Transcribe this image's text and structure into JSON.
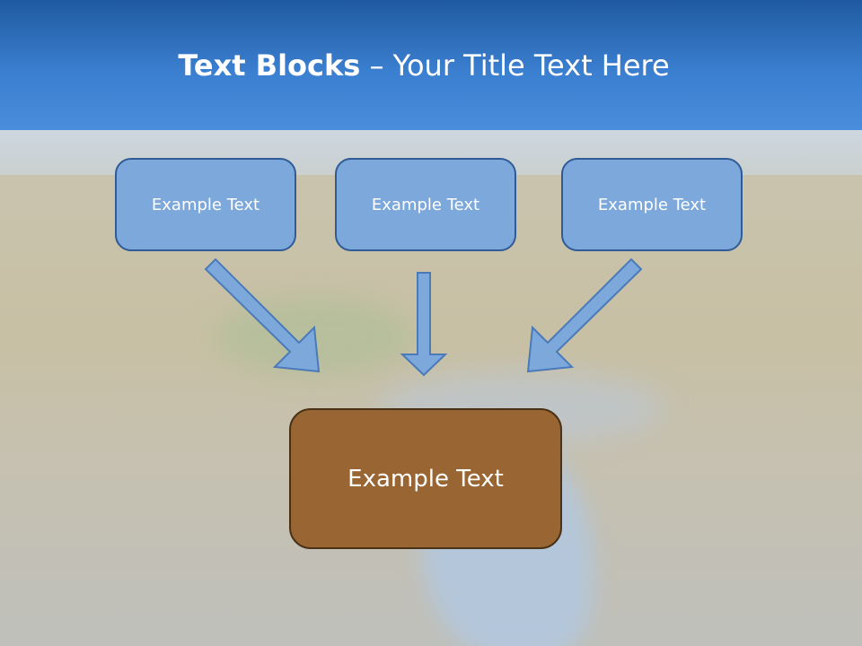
{
  "slide": {
    "title_bold": "Text Blocks",
    "title_rest": " – Your Title Text Here",
    "top_boxes": [
      {
        "label": "Example Text"
      },
      {
        "label": "Example Text"
      },
      {
        "label": "Example Text"
      }
    ],
    "bottom_box": {
      "label": "Example Text"
    }
  },
  "colors": {
    "header": "#3b7fd0",
    "top_box_fill": "#7da8dc",
    "top_box_border": "#2f5b96",
    "bottom_box_fill": "#996633",
    "arrow_fill": "#7da8dc"
  }
}
